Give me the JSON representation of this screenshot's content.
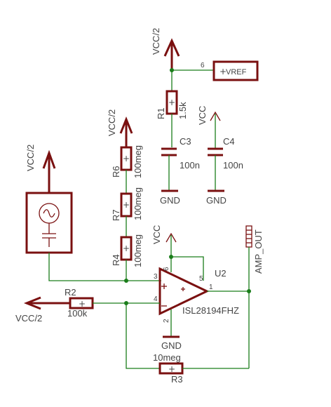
{
  "supply_labels": {
    "vcc_half_top": "VCC/2",
    "vcc_half_mid": "VCC/2",
    "vcc_half_left": "VCC/2",
    "vcc_half_out": "VCC/2",
    "vcc_c4": "VCC",
    "vcc_opamp": "VCC",
    "gnd_c3": "GND",
    "gnd_c4": "GND",
    "gnd_opamp": "GND"
  },
  "components": {
    "R1": {
      "name": "R1",
      "value": "1.5k"
    },
    "R2": {
      "name": "R2",
      "value": "100k"
    },
    "R3": {
      "name": "R3",
      "value": "10meg"
    },
    "R4": {
      "name": "R4",
      "value": "100meg"
    },
    "R6": {
      "name": "R6",
      "value": "100meg"
    },
    "R7": {
      "name": "R7",
      "value": "100meg"
    },
    "C3": {
      "name": "C3",
      "value": "100n"
    },
    "C4": {
      "name": "C4",
      "value": "100n"
    },
    "U2": {
      "name": "U2",
      "value": "ISL28194FHZ",
      "plus": "+",
      "minus": "−",
      "pins": {
        "p1": "1",
        "p2": "2",
        "p3": "3",
        "p4": "4",
        "p5": "5",
        "p6": "6"
      }
    },
    "VREF": {
      "label": "VREF",
      "pin": "6"
    },
    "AMP_OUT": {
      "label": "AMP_OUT"
    }
  },
  "symbols": {
    "ac_source": "~"
  }
}
